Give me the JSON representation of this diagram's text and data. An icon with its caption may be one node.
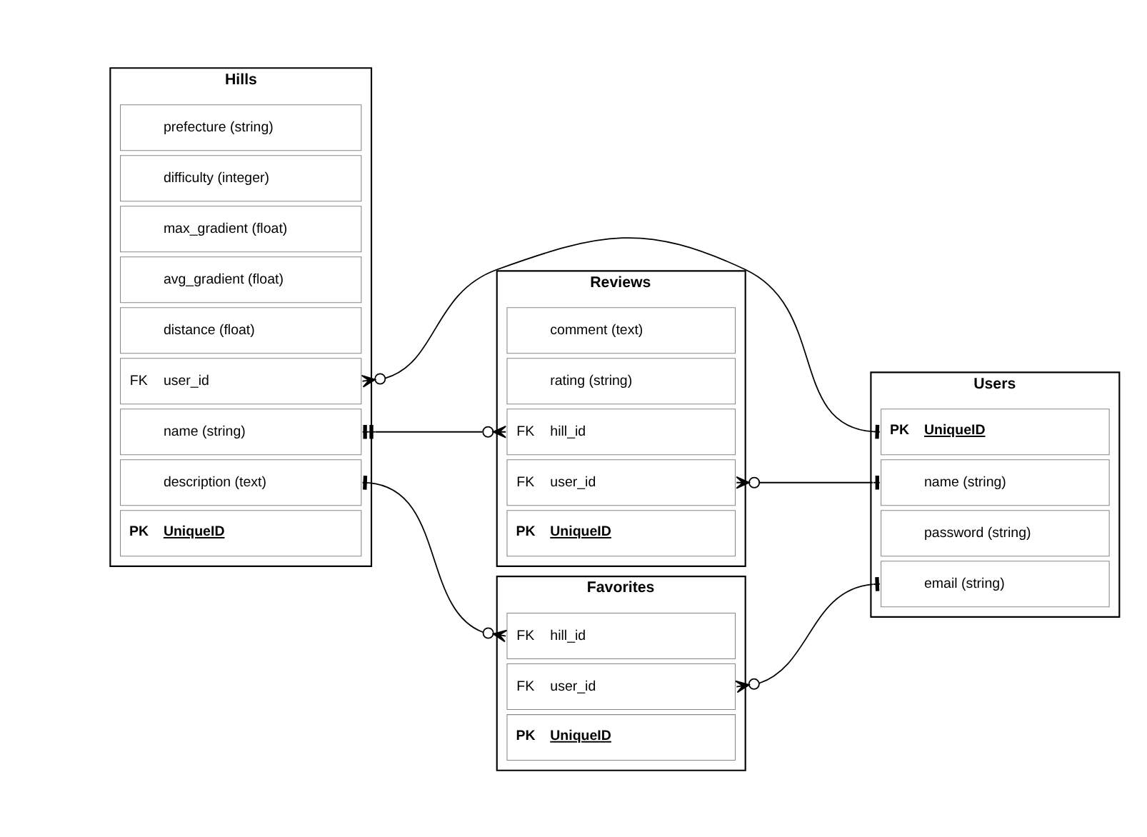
{
  "diagram": {
    "nodes": [
      {
        "text": [
          "Hills"
        ]
      },
      {
        "text": [
          "PK",
          "UniqueID"
        ],
        "in": 0
      },
      {
        "text": [
          "FK",
          "user_id"
        ],
        "in": 0
      },
      {
        "text": [
          "name (string)"
        ],
        "in": 0
      },
      {
        "text": [
          "description (text)"
        ],
        "in": 0
      },
      {
        "text": [
          "distance (float)"
        ],
        "in": 0
      },
      {
        "text": [
          "avg_gradient (float)"
        ],
        "in": 0
      },
      {
        "text": [
          "max_gradient (float)"
        ],
        "in": 0
      },
      {
        "text": [
          "difficulty (integer)"
        ],
        "in": 0
      },
      {
        "text": [
          "prefecture (string)"
        ],
        "in": 0
      },
      {
        "text": [
          "Users"
        ]
      },
      {
        "text": [
          "PK",
          "UniqueID"
        ],
        "in": 10
      },
      {
        "text": [
          "name (string)"
        ],
        "in": 10
      },
      {
        "text": [
          "email (string)"
        ],
        "in": 10
      },
      {
        "text": [
          "password (string)"
        ],
        "in": 10
      },
      {
        "text": [
          "Reviews"
        ]
      },
      {
        "text": [
          "PK",
          "UniqueID"
        ],
        "in": 15
      },
      {
        "text": [
          "FK",
          "user_id"
        ],
        "in": 15
      },
      {
        "text": [
          "FK",
          "hill_id"
        ],
        "in": 15
      },
      {
        "text": [
          "rating (string)"
        ],
        "in": 15
      },
      {
        "text": [
          "comment (text)"
        ],
        "in": 15
      },
      {
        "text": [
          "Favorites"
        ]
      },
      {
        "text": [
          "PK",
          "UniqueID"
        ],
        "in": 21
      },
      {
        "text": [
          "FK",
          "user_id"
        ],
        "in": 21
      },
      {
        "text": [
          "FK",
          "hill_id"
        ],
        "in": 21
      }
    ],
    "edges": [
      {
        "from": 2,
        "to": 11,
        "arrow": "other"
      },
      {
        "from": 3,
        "to": 18,
        "arrow": "other"
      },
      {
        "from": 4,
        "to": 24,
        "arrow": "other"
      },
      {
        "from": 17,
        "to": 12,
        "arrow": "other"
      },
      {
        "from": 23,
        "to": 13,
        "arrow": "other"
      }
    ]
  }
}
